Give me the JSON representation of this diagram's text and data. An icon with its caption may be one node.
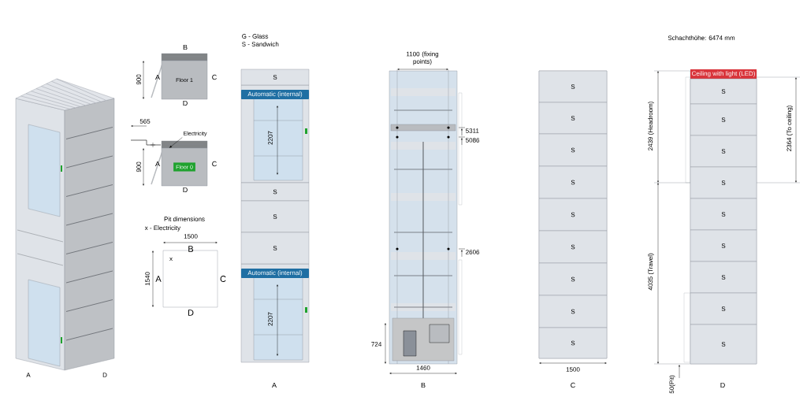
{
  "diagram": {
    "nodes": [
      {
        "text": [
          "Floor 1"
        ]
      },
      {
        "text": [
          "Floor 0"
        ]
      },
      {
        "text": [
          "Electricity"
        ]
      },
      {
        "text": [
          "S"
        ]
      },
      {
        "text": [
          "Automatic (internal)"
        ]
      },
      {
        "text": [
          "S"
        ]
      },
      {
        "text": [
          "S"
        ]
      },
      {
        "text": [
          "S"
        ]
      },
      {
        "text": [
          "Automatic (internal)"
        ]
      },
      {
        "text": [
          "S"
        ]
      },
      {
        "text": [
          "S"
        ]
      },
      {
        "text": [
          "S"
        ]
      },
      {
        "text": [
          "S"
        ]
      },
      {
        "text": [
          "S"
        ]
      },
      {
        "text": [
          "S"
        ]
      },
      {
        "text": [
          "S"
        ]
      },
      {
        "text": [
          "S"
        ]
      },
      {
        "text": [
          "S"
        ]
      },
      {
        "text": [
          "Ceiling with light (LED)"
        ]
      },
      {
        "text": [
          "S"
        ]
      },
      {
        "text": [
          "S"
        ]
      },
      {
        "text": [
          "S"
        ]
      },
      {
        "text": [
          "S"
        ]
      },
      {
        "text": [
          "S"
        ]
      },
      {
        "text": [
          "S"
        ]
      },
      {
        "text": [
          "S"
        ]
      },
      {
        "text": [
          "S"
        ]
      },
      {
        "text": [
          "S"
        ]
      }
    ],
    "edges": [
      {
        "from": 2,
        "to": 1,
        "arrow": "to"
      }
    ],
    "labels": [
      "G - Glass",
      "S - Sandwich",
      "B",
      "A",
      "C",
      "D",
      "900",
      "565",
      "A",
      "C",
      "D",
      "900",
      "Pit dimensions",
      "x - Electricity",
      "1500",
      "B",
      "x",
      "A",
      "1540",
      "C",
      "D",
      "2207",
      "2207",
      "A",
      "1100 (fixing points)",
      "5311",
      "5086",
      "2606",
      "724",
      "1460",
      "B",
      "1500",
      "C",
      "Schachthöhe: 6474 mm",
      "2439 (Headroom)",
      "2364 (To ceiling)",
      "4035 (Travel)",
      "50(Pit)",
      "D",
      "A",
      "D"
    ]
  }
}
